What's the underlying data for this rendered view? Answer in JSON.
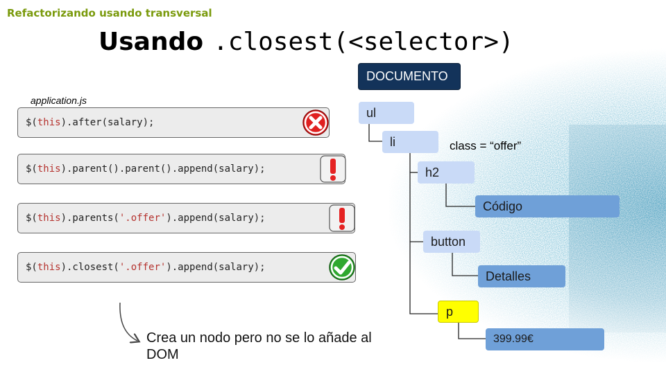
{
  "slide": {
    "section_title": "Refactorizando usando transversal",
    "title_word": "Usando",
    "title_code": ".closest(<selector>)",
    "file_label": "application.js",
    "note": "Crea un nodo pero no se lo añade al DOM"
  },
  "code_lines": [
    {
      "prefix": "$(",
      "kw": "this",
      "mid": ").after(salary);",
      "str": "",
      "suffix": "",
      "status": "error-icon"
    },
    {
      "prefix": "$(",
      "kw": "this",
      "mid": ").parent().parent().append(salary);",
      "str": "",
      "suffix": "",
      "status": "warning-icon"
    },
    {
      "prefix": "$(",
      "kw": "this",
      "mid": ").parents(",
      "str": "'.offer'",
      "suffix": ").append(salary);",
      "status": "warning-icon"
    },
    {
      "prefix": "$(",
      "kw": "this",
      "mid": ").closest(",
      "str": "'.offer'",
      "suffix": ").append(salary);",
      "status": "check-icon"
    }
  ],
  "tree": {
    "root": "DOCUMENTO",
    "nodes": {
      "ul": "ul",
      "li": "li",
      "h2": "h2",
      "codigo": "Código",
      "button": "button",
      "detalles": "Detalles",
      "p": "p",
      "price": "399.99€"
    },
    "li_attribute": "class = “offer”"
  },
  "colors": {
    "section_title": "#7a9a0c",
    "root_node": "#13335a",
    "light_node": "#c9daf7",
    "dark_node": "#6fa0d8",
    "highlight_node": "#ffff00",
    "error": "#e02020",
    "check": "#2fa82f"
  }
}
